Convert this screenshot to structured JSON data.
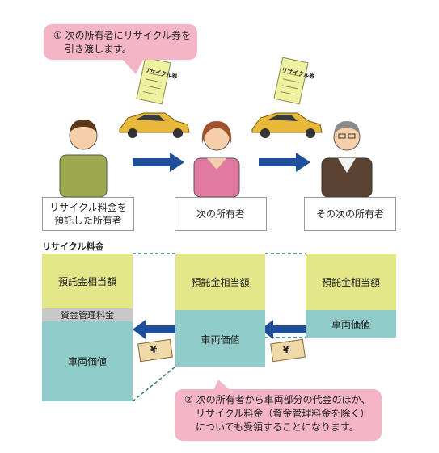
{
  "bubble_top": {
    "line1": "① 次の所有者にリサイクル券を",
    "line2": "引き渡します。"
  },
  "ticket_text": "リサイクル券",
  "persons": [
    {
      "label_line1": "リサイクル料金を",
      "label_line2": "預託した所有者"
    },
    {
      "label_line1": "次の所有者",
      "label_line2": ""
    },
    {
      "label_line1": "その次の所有者",
      "label_line2": ""
    }
  ],
  "section_title": "リサイクル料金",
  "columns": [
    {
      "deposit": "預託金相当額",
      "management": "資金管理料金",
      "vehicle": "車両価値"
    },
    {
      "deposit": "預託金相当額",
      "vehicle": "車両価値"
    },
    {
      "deposit": "預託金相当額",
      "vehicle": "車両価値"
    }
  ],
  "yen_symbol": "¥",
  "bubble_bottom": {
    "line1": "② 次の所有者から車両部分の代金のほか、",
    "line2": "リサイクル料金（資金管理料金を除く）",
    "line3": "についても受領することになります。"
  },
  "colors": {
    "bubble": "#f4b6c6",
    "deposit": "#e3e78a",
    "vehicle": "#8fccc9",
    "management": "#c8c8c8",
    "arrow": "#1f4e9c",
    "car": "#e8b83a",
    "ticket": "#eef1a0"
  }
}
